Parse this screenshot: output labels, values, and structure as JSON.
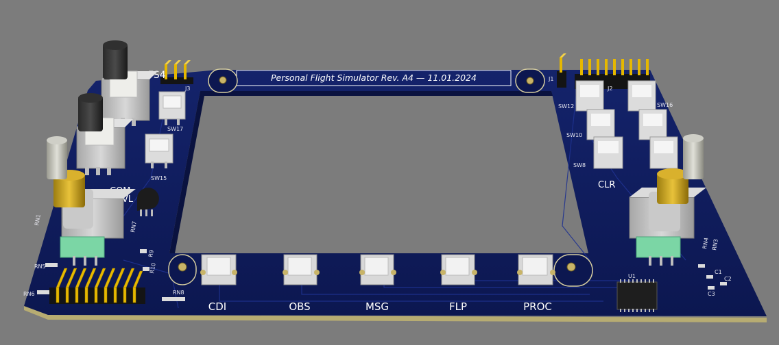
{
  "board": {
    "title": "Personal Flight Simulator Rev. A4 — 11.01.2024",
    "colors": {
      "background": "#7c7c7c",
      "board": "#0f1c5e",
      "board_edge": "#b7ac72",
      "silkscreen": "#ffffff",
      "pins": "#e6b800"
    }
  },
  "labels": {
    "fs": "FS4",
    "com": "COM",
    "vl": "VL",
    "clr": "CLR",
    "btn_cdi": "CDI",
    "btn_obs": "OBS",
    "btn_msg": "MSG",
    "btn_flp": "FLP",
    "btn_proc": "PROC",
    "sw17": "SW17",
    "sw15": "SW15",
    "sw12": "SW12",
    "sw10": "SW10",
    "sw8": "SW8",
    "sw16": "SW16",
    "j3": "J3",
    "j1": "J1",
    "j2": "J2",
    "rn1": "RN1",
    "rn5": "RN5",
    "rn6": "RN6",
    "rn7": "RN7",
    "rn8": "RN8",
    "rn3": "RN3",
    "rn4": "RN4",
    "u1": "U1",
    "c1": "C1",
    "c2": "C2",
    "c3": "C3",
    "r9": "R9",
    "r10": "R10"
  }
}
